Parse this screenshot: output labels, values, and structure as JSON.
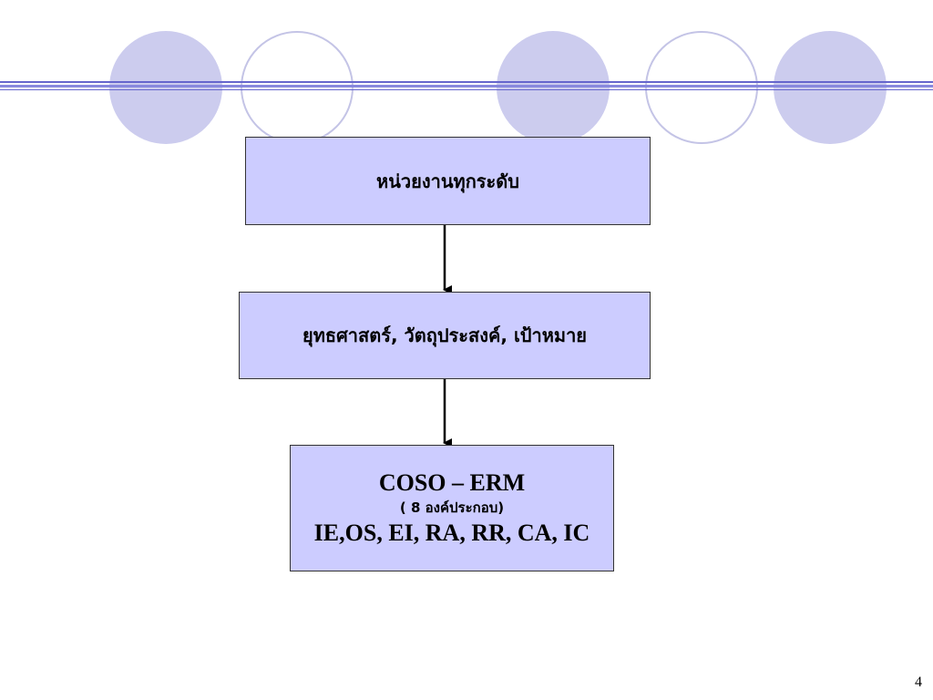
{
  "colors": {
    "box_fill": "#ccccff",
    "circle_fill": "#ccccee",
    "circle_stroke": "#c4c4e6",
    "rule_lines": "#6666cc"
  },
  "diagram": {
    "box1": {
      "label": "หน่วยงานทุกระดับ"
    },
    "box2": {
      "label": "ยุทธศาสตร์, วัตถุประสงค์, เป้าหมาย"
    },
    "box3": {
      "title": "COSO – ERM",
      "subtitle": "( 8 องค์ประกอบ)",
      "components": "IE,OS, EI, RA, RR, CA, IC"
    }
  },
  "footer": {
    "page_number": "4"
  }
}
